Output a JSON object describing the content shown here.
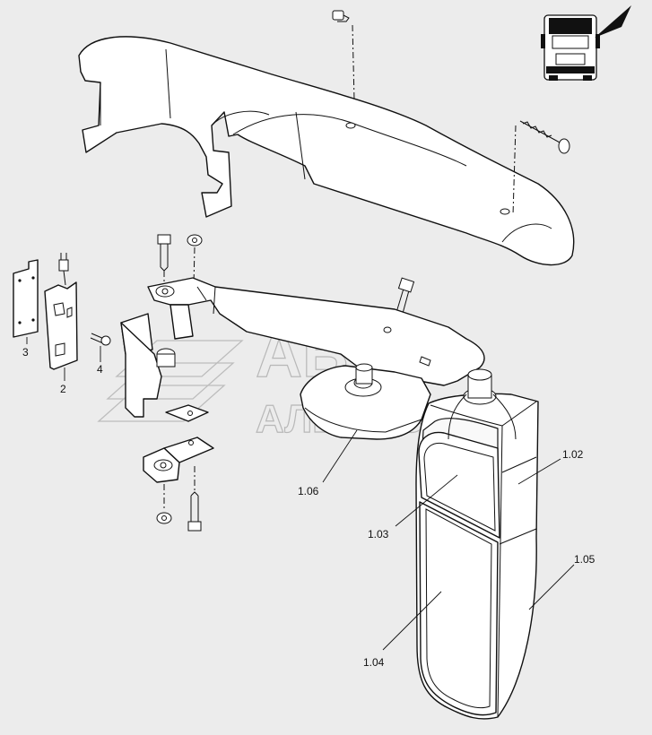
{
  "watermark": {
    "line1": "АВТО",
    "line2": "АЛЬЯНС"
  },
  "callouts": [
    "1.02",
    "1.03",
    "1.04",
    "1.05",
    "1.06",
    "2",
    "3",
    "4"
  ]
}
